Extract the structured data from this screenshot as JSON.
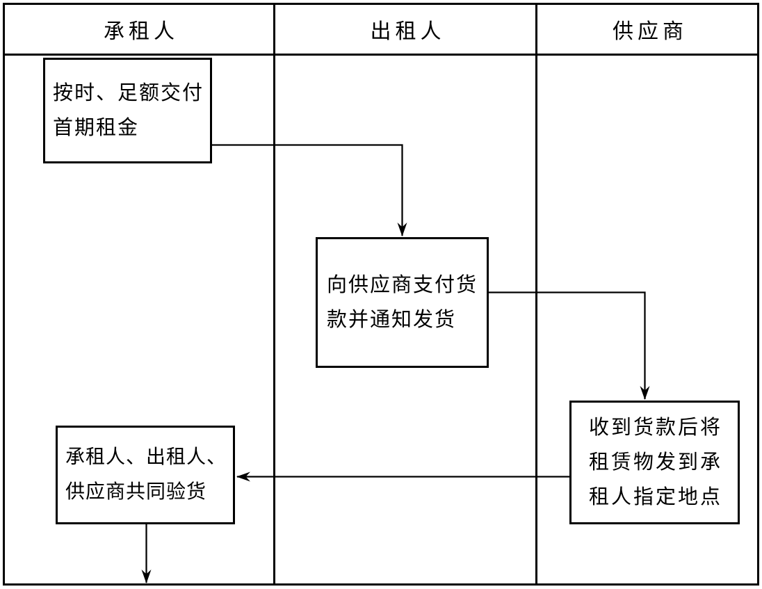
{
  "lanes": [
    {
      "label": "承租人"
    },
    {
      "label": "出租人"
    },
    {
      "label": "供应商"
    }
  ],
  "nodes": [
    {
      "id": "pay-first-rent",
      "lane": "承租人",
      "text": "按时、足额交付\n首期租金"
    },
    {
      "id": "pay-supplier",
      "lane": "出租人",
      "text": "向供应商支付货\n款并通知发货"
    },
    {
      "id": "ship-goods",
      "lane": "供应商",
      "text": "收到货款后将\n租赁物发到承\n租人指定地点"
    },
    {
      "id": "joint-inspection",
      "lane": "承租人",
      "text": "承租人、出租人、\n供应商共同验货"
    }
  ],
  "connectors": [
    {
      "from": "pay-first-rent",
      "to": "pay-supplier"
    },
    {
      "from": "pay-supplier",
      "to": "ship-goods"
    },
    {
      "from": "ship-goods",
      "to": "joint-inspection"
    },
    {
      "from": "joint-inspection",
      "to": "bottom-exit"
    }
  ],
  "colors": {
    "line": "#000000",
    "background": "#ffffff",
    "text": "#000000"
  }
}
